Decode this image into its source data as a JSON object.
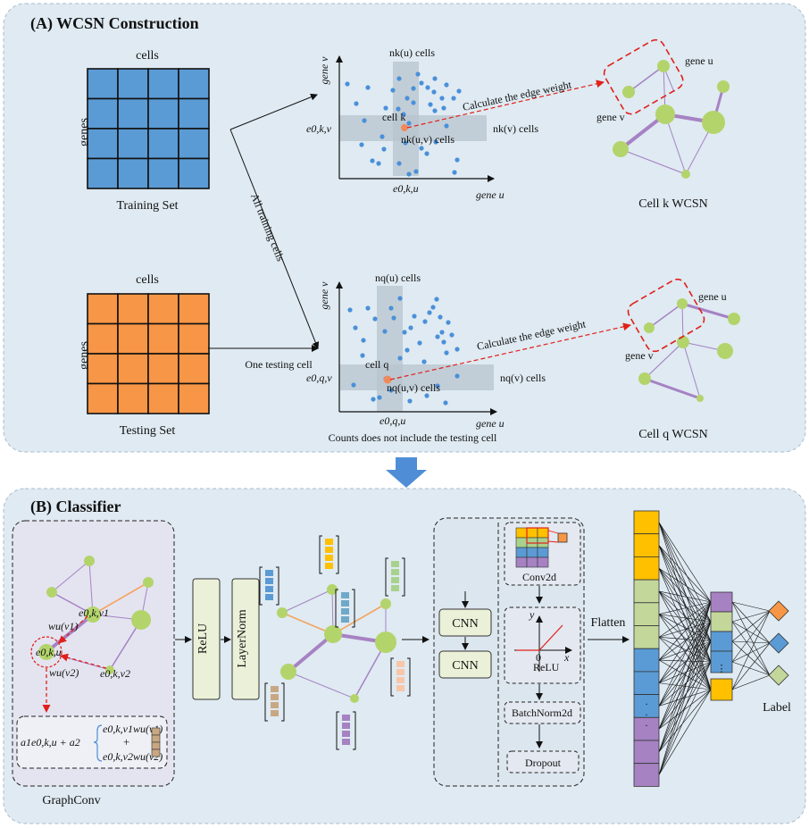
{
  "panel_a": {
    "title": "(A) WCSN Construction",
    "training_matrix": {
      "top_label": "cells",
      "side_label": "genes",
      "bottom_label": "Training Set",
      "color": "#5b9bd5"
    },
    "testing_matrix": {
      "top_label": "cells",
      "side_label": "genes",
      "bottom_label": "Testing Set",
      "color": "#f79646"
    },
    "arrow_all_training": "All training cells",
    "arrow_one_testing": "One testing cell",
    "scatter_k": {
      "y_axis": "gene v",
      "x_axis": "gene u",
      "nk_u": "nk(u) cells",
      "nk_v": "nk(v) cells",
      "nk_uv": "nk(u,v) cells",
      "cell": "cell k",
      "e_v": "e0,k,v",
      "e_u": "e0,k,u"
    },
    "scatter_q": {
      "y_axis": "gene v",
      "x_axis": "gene u",
      "nq_u": "nq(u) cells",
      "nq_v": "nq(v) cells",
      "nq_uv": "nq(u,v) cells",
      "cell": "cell q",
      "e_v": "e0,q,v",
      "e_u": "e0,q,u",
      "note": "Counts does not include the testing cell"
    },
    "edge_weight_label": "Calculate the edge weight",
    "graph_k": {
      "gene_u": "gene u",
      "gene_v": "gene v",
      "title": "Cell k WCSN"
    },
    "graph_q": {
      "gene_u": "gene u",
      "gene_v": "gene v",
      "title": "Cell q WCSN"
    }
  },
  "panel_b": {
    "title": "(B) Classifier",
    "graphconv": {
      "label": "GraphConv",
      "w_v1": "wu(v1)",
      "w_v2": "wu(v2)",
      "e_v1": "e0,k,v1",
      "e_v2": "e0,k,v2",
      "e_u": "e0,k,u",
      "formula_left": "a1e0,k,u + a2",
      "formula_top": "e0,k,v1wu(v1)",
      "formula_plus": "+",
      "formula_bottom": "e0,k,v2wu(v2)"
    },
    "relu": "ReLU",
    "layernorm": "LayerNorm",
    "cnn1": "CNN",
    "cnn2": "CNN",
    "conv2d": "Conv2d",
    "relu_plot": {
      "label": "ReLU",
      "x": "x",
      "y": "y",
      "zero": "0"
    },
    "batchnorm": "BatchNorm2d",
    "dropout": "Dropout",
    "flatten": "Flatten",
    "label": "Label",
    "colors": {
      "yellow": "#ffc000",
      "green": "#c4d79b",
      "blue": "#5b9bd5",
      "purple": "#a682c3",
      "orange": "#f79646",
      "brown": "#c8a882",
      "teal": "#70a8c8",
      "peach": "#f8c6a8",
      "lime": "#a9d18e"
    }
  }
}
